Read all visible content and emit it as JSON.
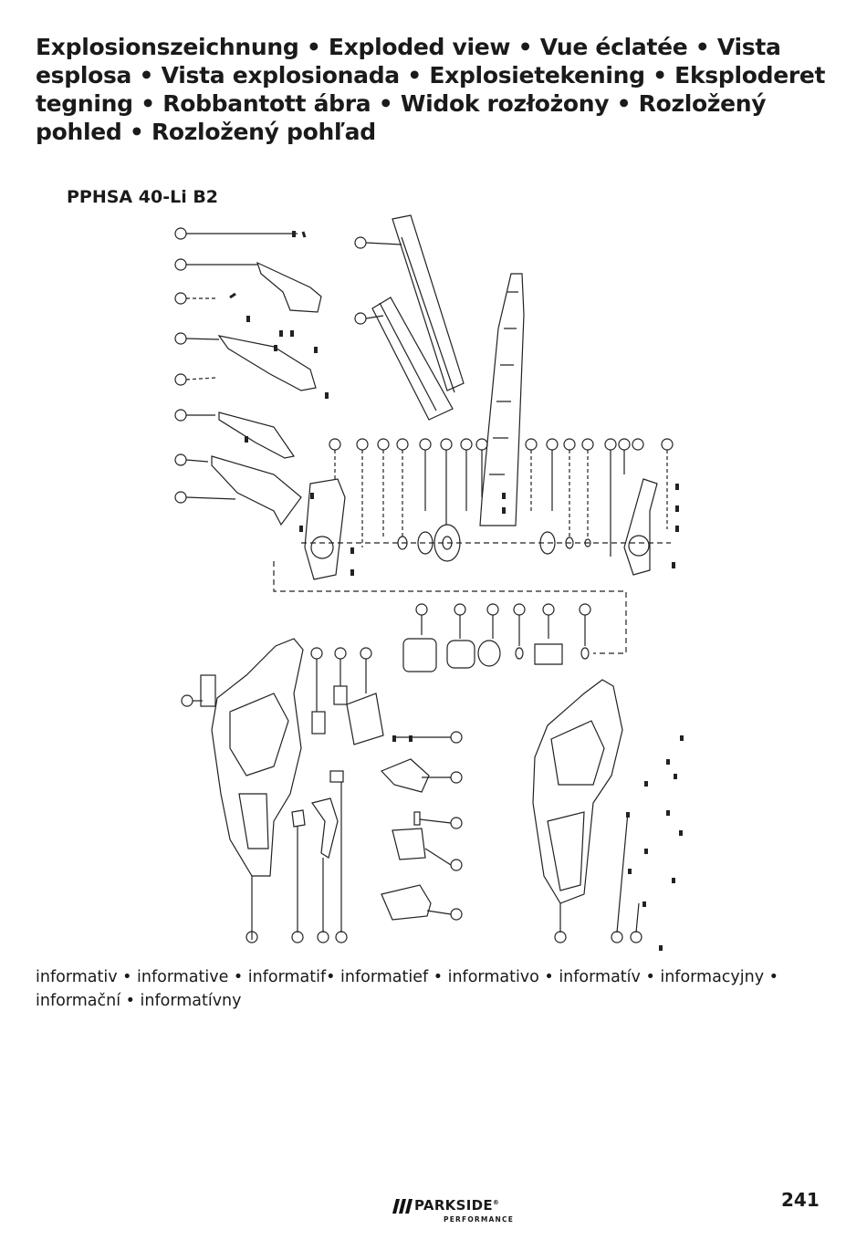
{
  "heading": "Explosionszeichnung • Exploded view • Vue éclatée • Vista esplosa • Vista explosionada • Explosietekening • Eksploderet tegning • Robbantott ábra • Widok rozłożony • Rozložený pohled • Rozložený pohľad",
  "model": "PPHSA 40-Li B2",
  "note": "informativ • informative • informatif• informatief • informativo • informatív • informacyjny • informační • informatívny",
  "brand": "PARKSIDE",
  "brand_mark": "®",
  "brand_sub": "PERFORMANCE",
  "page_number": "241"
}
